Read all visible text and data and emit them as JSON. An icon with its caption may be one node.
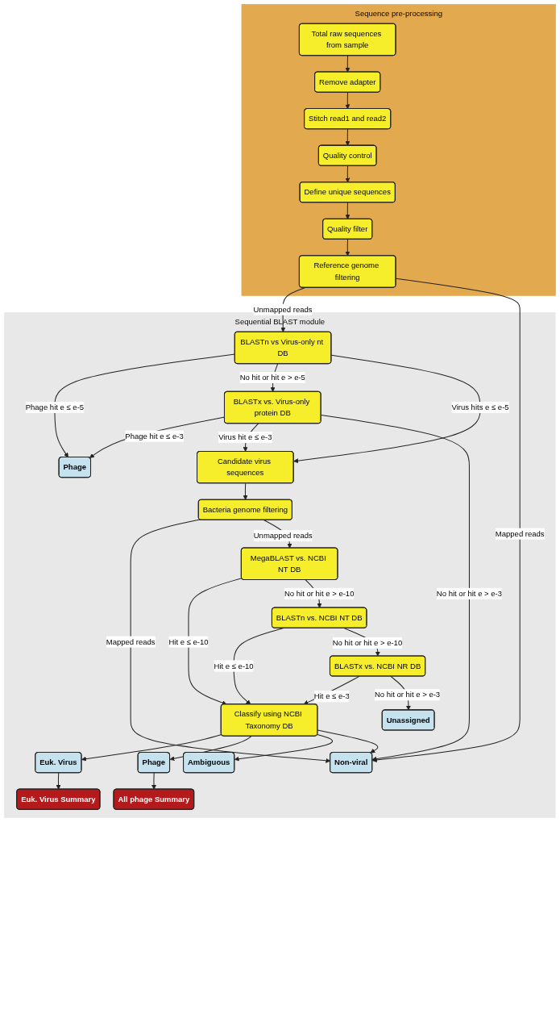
{
  "diagram": {
    "nodes": [
      {
        "text": [
          "Sequence pre-processing"
        ]
      },
      {
        "text": [
          "Total raw sequences from sample"
        ],
        "in": 0
      },
      {
        "text": [
          "Remove adapter"
        ],
        "in": 0
      },
      {
        "text": [
          "Stitch read1 and read2"
        ],
        "in": 0
      },
      {
        "text": [
          "Quality control"
        ],
        "in": 0
      },
      {
        "text": [
          "Define unique sequences"
        ],
        "in": 0
      },
      {
        "text": [
          "Quality filter"
        ],
        "in": 0
      },
      {
        "text": [
          "Reference genome filtering"
        ],
        "in": 0
      },
      {
        "text": [
          "Sequential BLAST module"
        ]
      },
      {
        "text": [
          "BLASTn vs Virus-only nt DB"
        ],
        "in": 8
      },
      {
        "text": [
          "Phage"
        ],
        "in": 8
      },
      {
        "text": [
          "Candidate virus sequences"
        ],
        "in": 8
      },
      {
        "text": [
          "BLASTx vs. Virus-only protein DB"
        ],
        "in": 8
      },
      {
        "text": [
          "Bacteria genome filtering"
        ],
        "in": 8
      },
      {
        "text": [
          "MegaBLAST vs. NCBI NT DB"
        ],
        "in": 8
      },
      {
        "text": [
          "BLASTn vs. NCBI NT DB"
        ],
        "in": 8
      },
      {
        "text": [
          "BLASTx vs. NCBI NR DB"
        ],
        "in": 8
      },
      {
        "text": [
          "Classify using NCBI Taxonomy DB"
        ],
        "in": 8
      },
      {
        "text": [
          "Unassigned"
        ],
        "in": 8
      },
      {
        "text": [
          "Euk. Virus"
        ],
        "in": 8
      },
      {
        "text": [
          "Phage"
        ],
        "in": 8
      },
      {
        "text": [
          "Ambiguous"
        ],
        "in": 8
      },
      {
        "text": [
          "Non-viral"
        ],
        "in": 8
      },
      {
        "text": [
          "Euk. Virus Summary"
        ],
        "in": 8
      },
      {
        "text": [
          "All phage Summary"
        ],
        "in": 8
      }
    ],
    "edges": [
      {
        "from": 1,
        "to": 2,
        "arrow": "to"
      },
      {
        "from": 2,
        "to": 3,
        "arrow": "to"
      },
      {
        "from": 3,
        "to": 4,
        "arrow": "to"
      },
      {
        "from": 4,
        "to": 5,
        "arrow": "to"
      },
      {
        "from": 5,
        "to": 6,
        "arrow": "to"
      },
      {
        "from": 6,
        "to": 7,
        "arrow": "to"
      },
      {
        "from": 7,
        "to": 9,
        "arrow": "to",
        "label": "Unmapped reads"
      },
      {
        "from": 7,
        "to": 22,
        "arrow": "to",
        "label": "Mapped reads"
      },
      {
        "from": 9,
        "to": 10,
        "arrow": "to",
        "label": "Phage hit e ≤ e-5"
      },
      {
        "from": 9,
        "to": 12,
        "arrow": "to",
        "label": "No hit or hit e > e-5"
      },
      {
        "from": 9,
        "to": 11,
        "arrow": "to",
        "label": "Virus hits e ≤ e-5"
      },
      {
        "from": 12,
        "to": 10,
        "arrow": "to",
        "label": "Phage hit e ≤ e-3"
      },
      {
        "from": 12,
        "to": 11,
        "arrow": "to",
        "label": "Virus hit e ≤ e-3"
      },
      {
        "from": 12,
        "to": 22,
        "arrow": "to",
        "label": "No hit or hit e > e-3"
      },
      {
        "from": 11,
        "to": 13,
        "arrow": "to"
      },
      {
        "from": 13,
        "to": 22,
        "arrow": "to",
        "label": "Mapped reads"
      },
      {
        "from": 13,
        "to": 14,
        "arrow": "to",
        "label": "Unmapped reads"
      },
      {
        "from": 14,
        "to": 17,
        "arrow": "to",
        "label": "Hit e ≤ e-10"
      },
      {
        "from": 14,
        "to": 15,
        "arrow": "to",
        "label": "No hit or hit e > e-10"
      },
      {
        "from": 15,
        "to": 17,
        "arrow": "to",
        "label": "Hit e ≤ e-10"
      },
      {
        "from": 15,
        "to": 16,
        "arrow": "to",
        "label": "No hit or hit e > e-10"
      },
      {
        "from": 16,
        "to": 17,
        "arrow": "to",
        "label": "Hit e ≤ e-3"
      },
      {
        "from": 16,
        "to": 18,
        "arrow": "to",
        "label": "No hit or hit e > e-3"
      },
      {
        "from": 17,
        "to": 19,
        "arrow": "to"
      },
      {
        "from": 17,
        "to": 20,
        "arrow": "to"
      },
      {
        "from": 17,
        "to": 21,
        "arrow": "to"
      },
      {
        "from": 17,
        "to": 22,
        "arrow": "to"
      },
      {
        "from": 19,
        "to": 23,
        "arrow": "to"
      },
      {
        "from": 20,
        "to": 24,
        "arrow": "to"
      }
    ]
  }
}
